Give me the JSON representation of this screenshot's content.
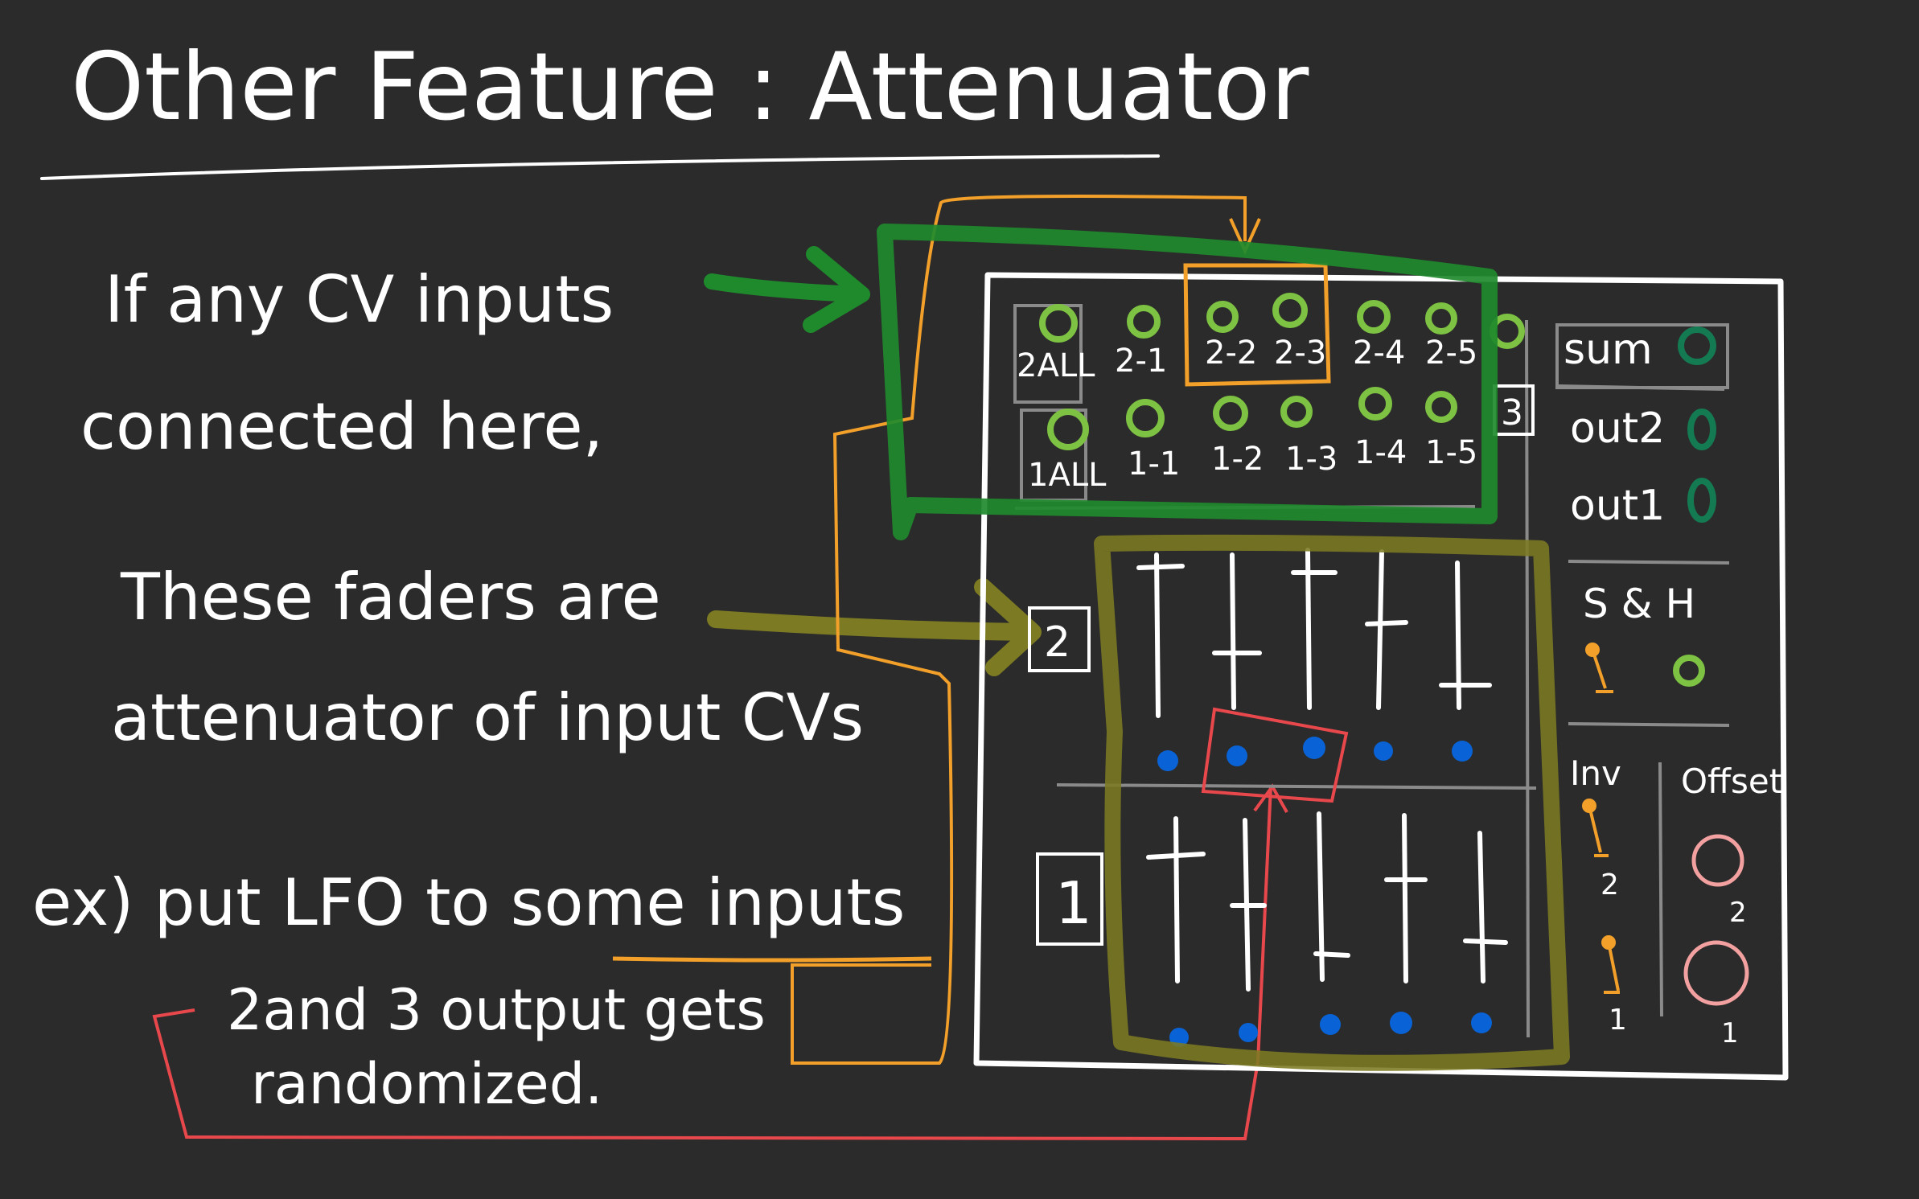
{
  "title": "Other Feature : Attenuator",
  "notes": {
    "line1": "If any CV inputs",
    "line2": "connected here,",
    "line3": "These faders are",
    "line4": "attenuator of input CVs",
    "line5": "ex) put LFO to some inputs",
    "line6": "2and 3 output gets",
    "line7": "randomized."
  },
  "module": {
    "row2_labels": [
      "2ALL",
      "2-1",
      "2-2",
      "2-3",
      "2-4",
      "2-5"
    ],
    "row1_labels": [
      "1ALL",
      "1-1",
      "1-2",
      "1-3",
      "1-4",
      "1-5"
    ],
    "box3": "3",
    "box2": "2",
    "box1": "1",
    "sum": "sum",
    "out2": "out2",
    "out1": "out1",
    "sh": "S & H",
    "inv": "Inv",
    "offset": "Offset",
    "inv_2": "2",
    "inv_1": "1",
    "off_2": "2",
    "off_1": "1"
  },
  "colors": {
    "background": "#2b2b2b",
    "ink": "#ffffff",
    "green_jack": "#7dc242",
    "dark_green": "#1f8a2c",
    "olive": "#7c7a22",
    "orange": "#f2a02a",
    "red": "#e8484c",
    "blue": "#0a63d6",
    "pink": "#f3a0a0",
    "teal": "#147a52",
    "gray": "#8a8a8a"
  }
}
